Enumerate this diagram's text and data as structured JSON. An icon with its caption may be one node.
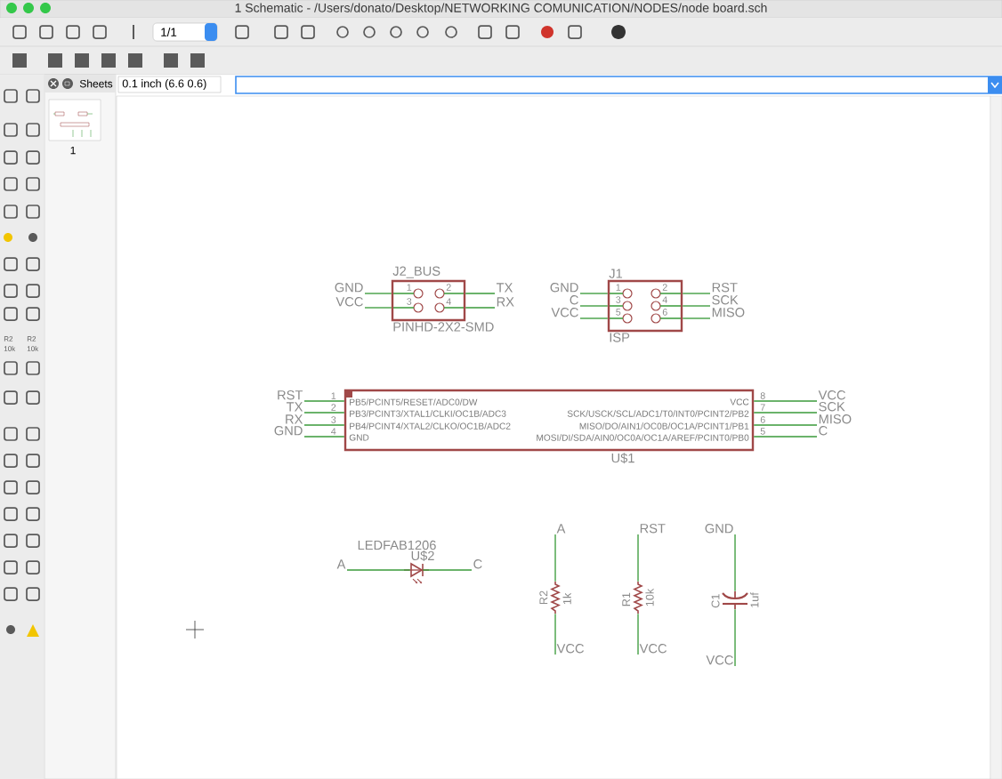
{
  "diagram": {
    "title": "1 Schematic - /Users/donato/Desktop/NETWORKING COMUNICATION/NODES/node board.sch",
    "nodes": [
      {
        "text": [
          "J2_BUS",
          "1",
          "2",
          "3",
          "4",
          "PINHD-2X2-SMD"
        ]
      },
      {
        "text": [
          "GND"
        ]
      },
      {
        "text": [
          "VCC"
        ]
      },
      {
        "text": [
          "TX"
        ]
      },
      {
        "text": [
          "RX"
        ]
      },
      {
        "text": [
          "J1",
          "1",
          "2",
          "3",
          "4",
          "5",
          "6",
          "ISP"
        ]
      },
      {
        "text": [
          "GND"
        ]
      },
      {
        "text": [
          "C"
        ]
      },
      {
        "text": [
          "VCC"
        ]
      },
      {
        "text": [
          "RST"
        ]
      },
      {
        "text": [
          "SCK"
        ]
      },
      {
        "text": [
          "MISO"
        ]
      },
      {
        "text": [
          "PB5/PCINT5/RESET/ADC0/DW",
          "PB3/PCINT3/XTAL1/CLKI/OC1B/ADC3",
          "PB4/PCINT4/XTAL2/CLKO/OC1B/ADC2",
          "GND",
          "VCC",
          "SCK/USCK/SCL/ADC1/T0/INT0/PCINT2/PB2",
          "MISO/DO/AIN1/OC0B/OC1A/PCINT1/PB1",
          "MOSI/DI/SDA/AIN0/OC0A/OC1A/AREF/PCINT0/PB0",
          "U$1"
        ],
        "beside": [
          "1",
          "2",
          "3",
          "4",
          "8",
          "7",
          "6",
          "5"
        ]
      },
      {
        "text": [
          "RST"
        ]
      },
      {
        "text": [
          "TX"
        ]
      },
      {
        "text": [
          "RX"
        ]
      },
      {
        "text": [
          "GND"
        ]
      },
      {
        "text": [
          "VCC"
        ]
      },
      {
        "text": [
          "SCK"
        ]
      },
      {
        "text": [
          "MISO"
        ]
      },
      {
        "text": [
          "C"
        ]
      },
      {
        "text": [
          "LEDFAB1206",
          "U$2"
        ]
      },
      {
        "text": [
          "A"
        ]
      },
      {
        "text": [
          "C"
        ]
      },
      {
        "text": [
          "R2",
          "1k"
        ]
      },
      {
        "text": [
          "A"
        ]
      },
      {
        "text": [
          "VCC"
        ]
      },
      {
        "text": [
          "R1",
          "10k"
        ]
      },
      {
        "text": [
          "RST"
        ]
      },
      {
        "text": [
          "VCC"
        ]
      },
      {
        "text": [
          "C1",
          "1uf"
        ]
      },
      {
        "text": [
          "GND"
        ]
      },
      {
        "text": [
          "VCC"
        ]
      }
    ],
    "edges": [
      {
        "from": 1,
        "to": 0,
        "arrow": "none"
      },
      {
        "from": 2,
        "to": 0,
        "arrow": "none"
      },
      {
        "from": 0,
        "to": 3,
        "arrow": "none"
      },
      {
        "from": 0,
        "to": 4,
        "arrow": "none"
      },
      {
        "from": 6,
        "to": 5,
        "arrow": "none"
      },
      {
        "from": 7,
        "to": 5,
        "arrow": "none"
      },
      {
        "from": 8,
        "to": 5,
        "arrow": "none"
      },
      {
        "from": 5,
        "to": 9,
        "arrow": "none"
      },
      {
        "from": 5,
        "to": 10,
        "arrow": "none"
      },
      {
        "from": 5,
        "to": 11,
        "arrow": "none"
      },
      {
        "from": 13,
        "to": 12,
        "arrow": "none"
      },
      {
        "from": 14,
        "to": 12,
        "arrow": "none"
      },
      {
        "from": 15,
        "to": 12,
        "arrow": "none"
      },
      {
        "from": 16,
        "to": 12,
        "arrow": "none"
      },
      {
        "from": 12,
        "to": 17,
        "arrow": "none"
      },
      {
        "from": 12,
        "to": 18,
        "arrow": "none"
      },
      {
        "from": 12,
        "to": 19,
        "arrow": "none"
      },
      {
        "from": 12,
        "to": 20,
        "arrow": "none"
      },
      {
        "from": 22,
        "to": 21,
        "arrow": "none"
      },
      {
        "from": 21,
        "to": 23,
        "arrow": "none"
      },
      {
        "from": 25,
        "to": 24,
        "arrow": "none"
      },
      {
        "from": 24,
        "to": 26,
        "arrow": "none"
      },
      {
        "from": 28,
        "to": 27,
        "arrow": "none"
      },
      {
        "from": 27,
        "to": 29,
        "arrow": "none"
      },
      {
        "from": 31,
        "to": 30,
        "arrow": "none"
      },
      {
        "from": 30,
        "to": 32,
        "arrow": "none"
      }
    ],
    "labels": [
      "1/1",
      "Sheets",
      "0.1 inch (6.6 0.6)",
      "1",
      "R2",
      "10k",
      "R2",
      "10k"
    ]
  }
}
